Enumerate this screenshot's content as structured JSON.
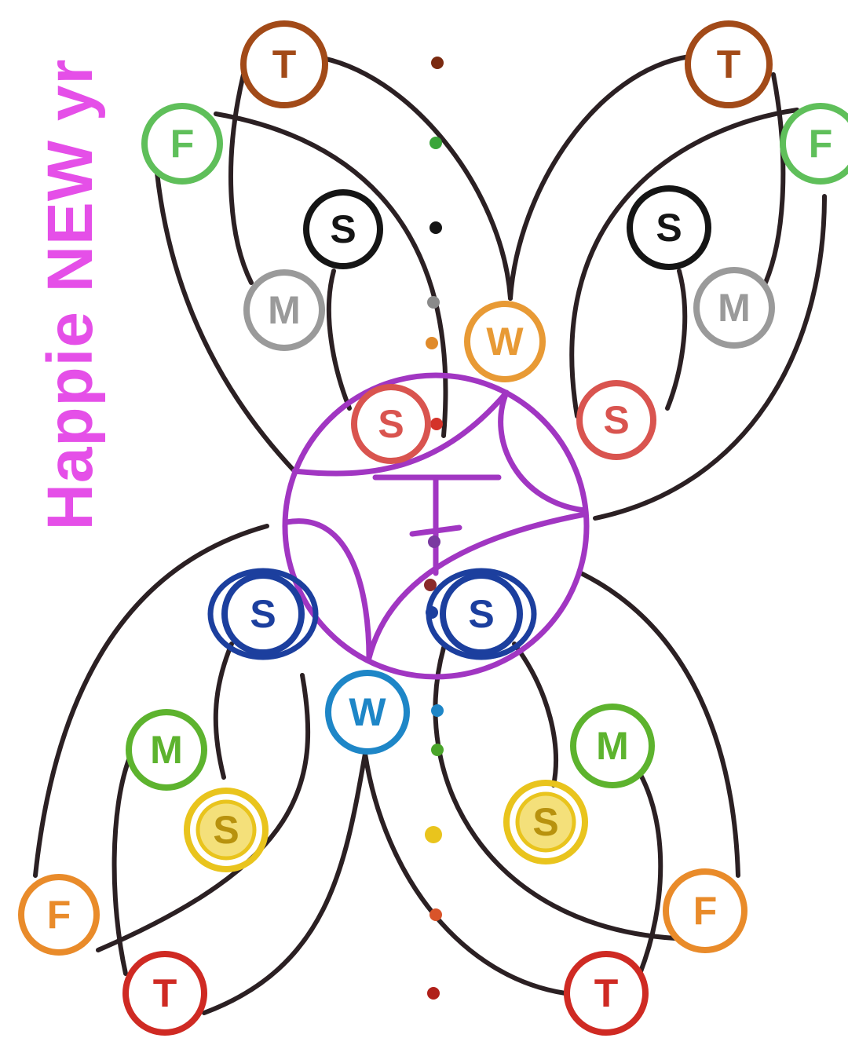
{
  "title": {
    "text": "Happie NEW yr",
    "color": "#e54fe8"
  },
  "colors": {
    "line": "#2b2023",
    "brown": "#a24a18",
    "green_light": "#5fbf5a",
    "black": "#151515",
    "gray": "#9a9a9a",
    "orange": "#e89a35",
    "red_light": "#d9544f",
    "purple": "#a136c2",
    "navy": "#1c3f9e",
    "teal": "#1e86c7",
    "green": "#5db32e",
    "yellow": "#e9c41d",
    "orange_f": "#e98b2a",
    "red": "#cf2a23"
  },
  "nodes": [
    {
      "id": "t-top-left",
      "label": "T",
      "color": "brown"
    },
    {
      "id": "t-top-right",
      "label": "T",
      "color": "brown"
    },
    {
      "id": "f-top-left",
      "label": "F",
      "color": "green_light"
    },
    {
      "id": "f-top-right",
      "label": "F",
      "color": "green_light"
    },
    {
      "id": "s-upper-left",
      "label": "S",
      "color": "black"
    },
    {
      "id": "s-upper-right",
      "label": "S",
      "color": "black"
    },
    {
      "id": "m-upper-left",
      "label": "M",
      "color": "gray"
    },
    {
      "id": "m-upper-right",
      "label": "M",
      "color": "gray"
    },
    {
      "id": "w-upper",
      "label": "W",
      "color": "orange"
    },
    {
      "id": "s-center-red-left",
      "label": "S",
      "color": "red_light"
    },
    {
      "id": "s-center-red-right",
      "label": "S",
      "color": "red_light"
    },
    {
      "id": "s-blue-left",
      "label": "S",
      "color": "navy"
    },
    {
      "id": "s-blue-right",
      "label": "S",
      "color": "navy"
    },
    {
      "id": "w-lower",
      "label": "W",
      "color": "teal"
    },
    {
      "id": "m-lower-left",
      "label": "M",
      "color": "green"
    },
    {
      "id": "m-lower-right",
      "label": "M",
      "color": "green"
    },
    {
      "id": "s-yellow-left",
      "label": "S",
      "color": "yellow"
    },
    {
      "id": "s-yellow-right",
      "label": "S",
      "color": "yellow"
    },
    {
      "id": "f-bottom-left",
      "label": "F",
      "color": "orange_f"
    },
    {
      "id": "f-bottom-right",
      "label": "F",
      "color": "orange_f"
    },
    {
      "id": "t-bottom-left",
      "label": "T",
      "color": "red"
    },
    {
      "id": "t-bottom-right",
      "label": "T",
      "color": "red"
    }
  ],
  "dots": [
    {
      "color": "#7a2a10"
    },
    {
      "color": "#3aa53a"
    },
    {
      "color": "#151515"
    },
    {
      "color": "#8a8a8a"
    },
    {
      "color": "#e08a2a"
    },
    {
      "color": "#d4332a"
    },
    {
      "color": "#7a3aa0"
    },
    {
      "color": "#8a2a2a"
    },
    {
      "color": "#1c3f9e"
    },
    {
      "color": "#1e86c7"
    },
    {
      "color": "#4aa52a"
    },
    {
      "color": "#e9c41d"
    },
    {
      "color": "#d9542a"
    },
    {
      "color": "#b0201a"
    }
  ]
}
